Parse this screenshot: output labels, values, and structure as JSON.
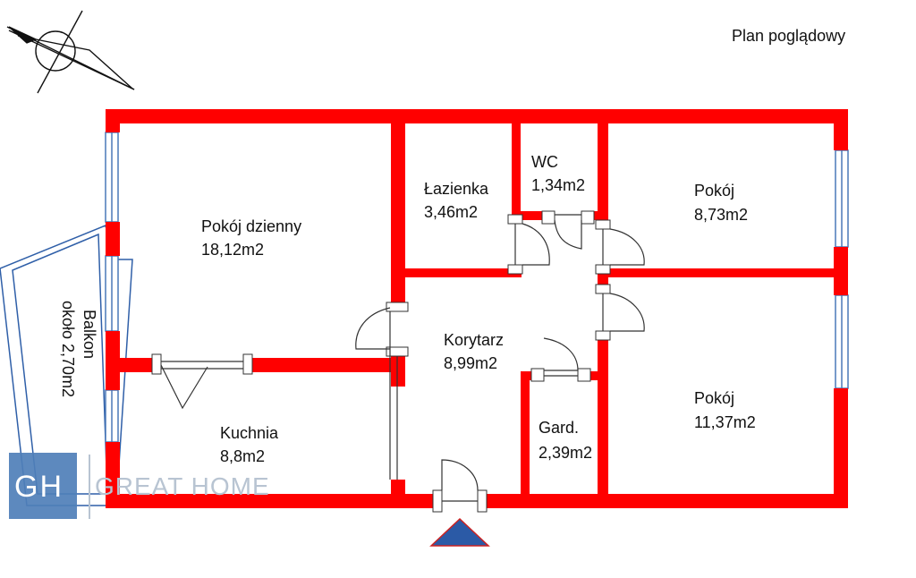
{
  "header": {
    "title": "Plan poglądowy"
  },
  "rooms": [
    {
      "id": "pokoj-dzienny",
      "name": "Pokój dzienny",
      "area": "18,12m2"
    },
    {
      "id": "lazienka",
      "name": "Łazienka",
      "area": "3,46m2"
    },
    {
      "id": "wc",
      "name": "WC",
      "area": "1,34m2"
    },
    {
      "id": "pokoj-1",
      "name": "Pokój",
      "area": "8,73m2"
    },
    {
      "id": "korytarz",
      "name": "Korytarz",
      "area": "8,99m2"
    },
    {
      "id": "kuchnia",
      "name": "Kuchnia",
      "area": "8,8m2"
    },
    {
      "id": "garderoba",
      "name": "Gard.",
      "area": "2,39m2"
    },
    {
      "id": "pokoj-2",
      "name": "Pokój",
      "area": "11,37m2"
    }
  ],
  "balcony": {
    "name": "Balkon",
    "area": "około 2,70m2"
  },
  "logo": {
    "initials": "GH",
    "name": "GREAT HOME"
  },
  "colors": {
    "wall": "#ff0000",
    "window": "#4a78b8",
    "outline": "#2f5fa8",
    "entrance_arrow": "#2b5aa6",
    "logo_bg": "#4f7fb8"
  },
  "icons": {
    "compass": "compass-rose-icon",
    "entrance": "entrance-arrow-icon"
  }
}
